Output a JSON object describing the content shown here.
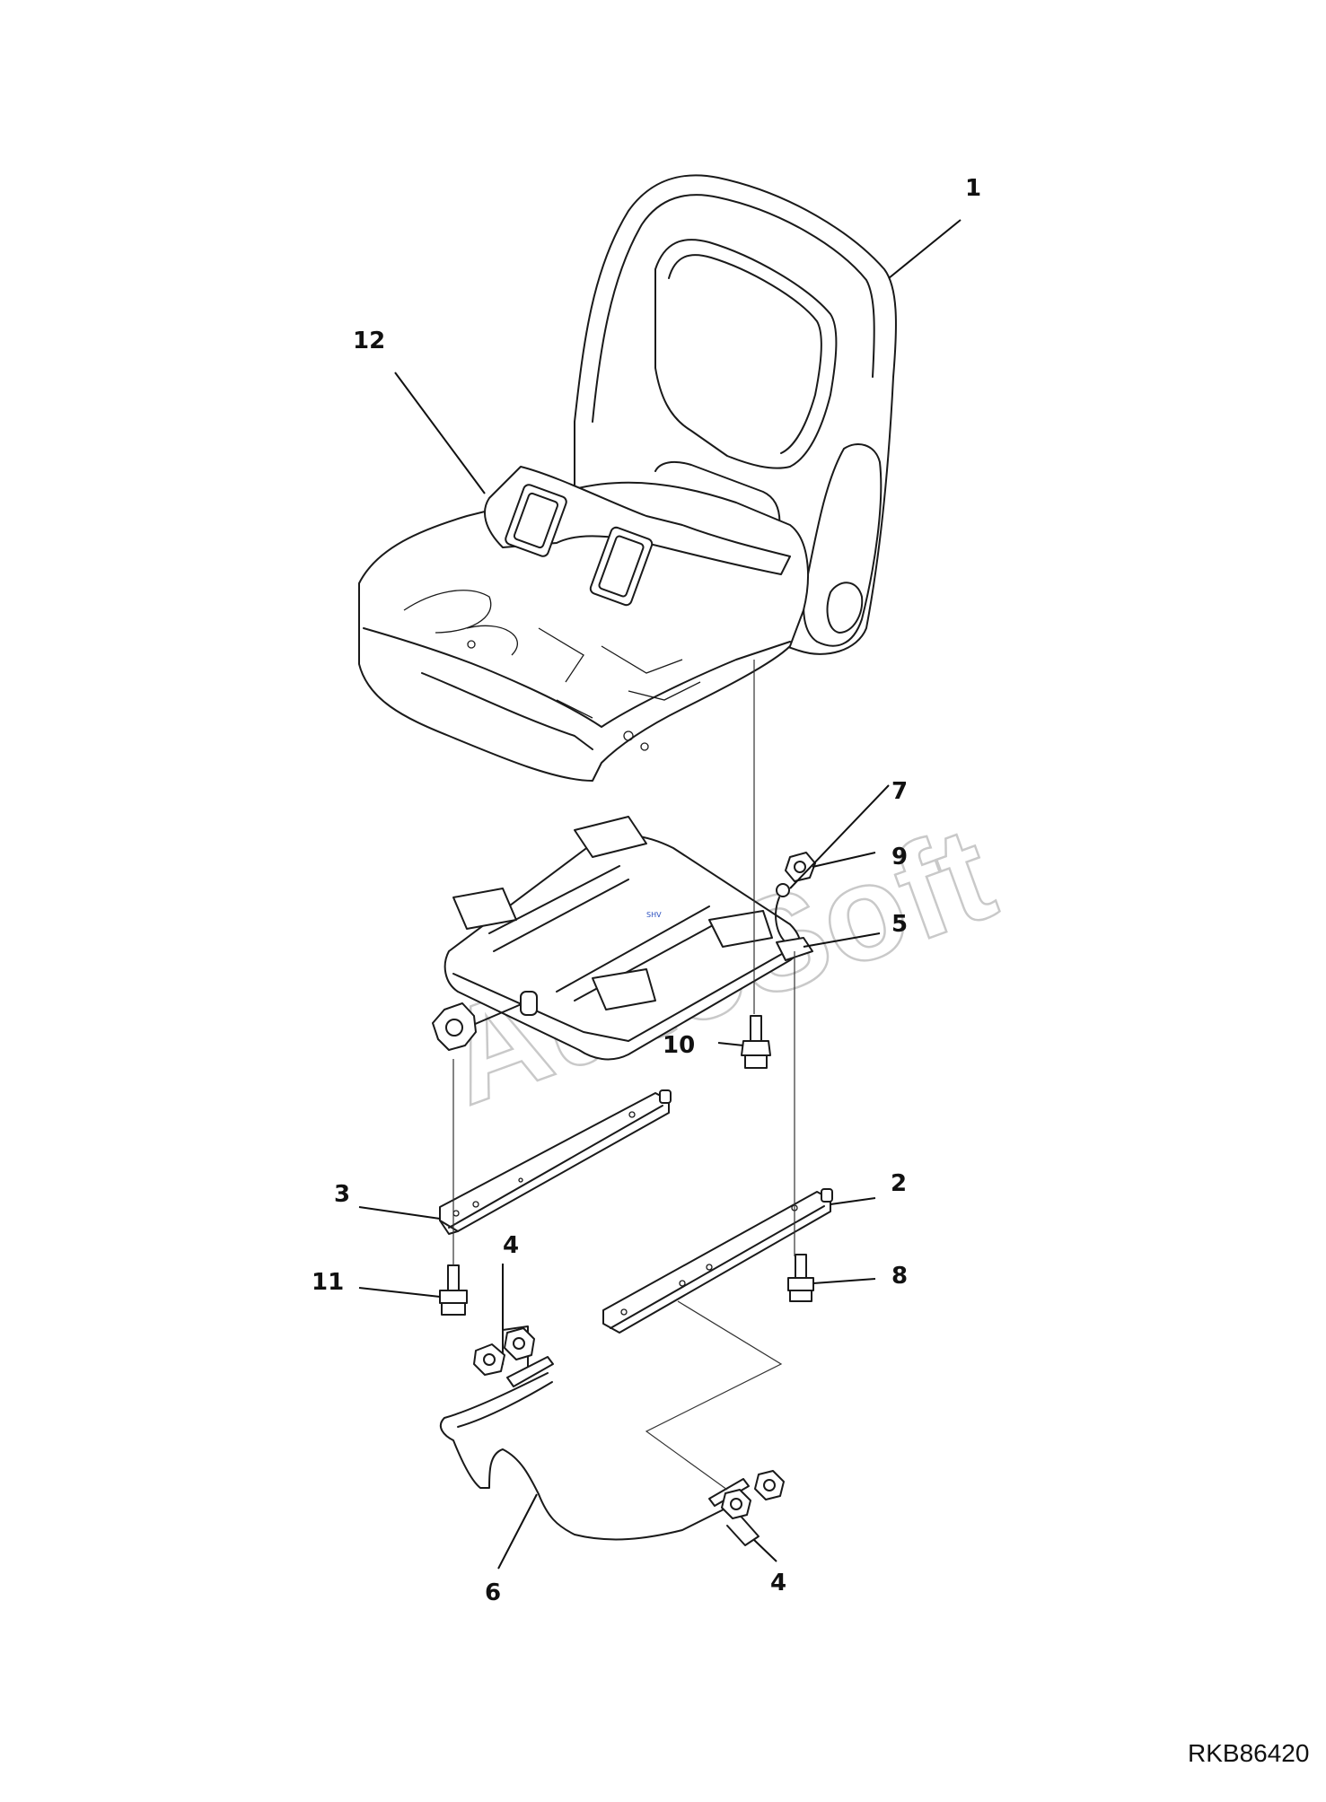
{
  "diagram": {
    "drawing_code": "RKB86420",
    "watermark_text": "AutoSoft",
    "part_labels": {
      "p1": "1",
      "p2": "2",
      "p3": "3",
      "p4a": "4",
      "p4b": "4",
      "p5": "5",
      "p6": "6",
      "p7": "7",
      "p8": "8",
      "p9": "9",
      "p10": "10",
      "p11": "11",
      "p12": "12"
    }
  }
}
